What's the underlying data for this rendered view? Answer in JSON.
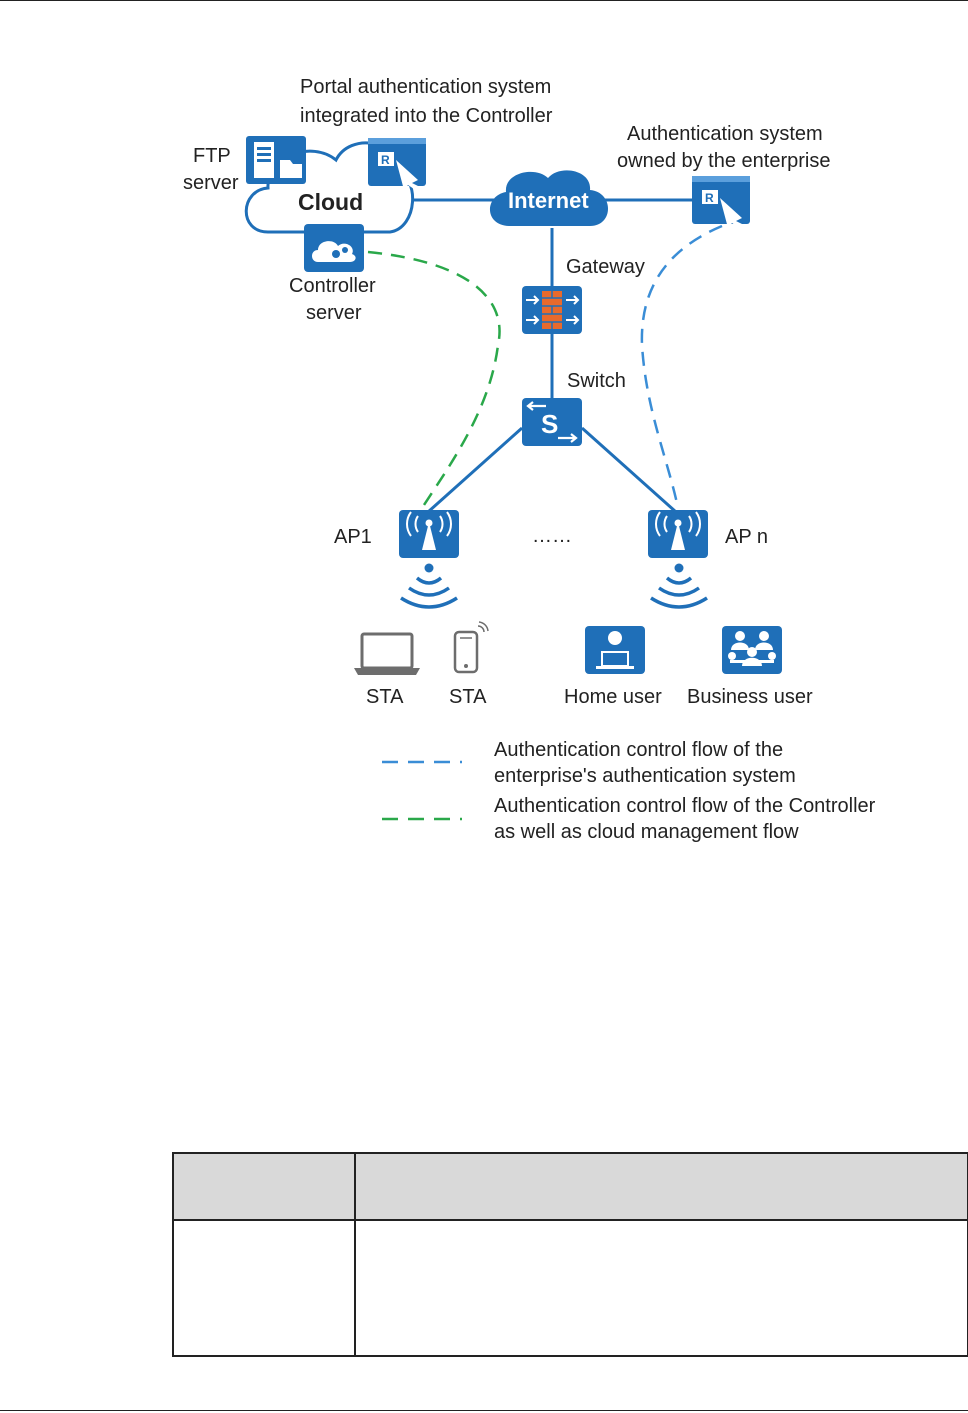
{
  "diagram": {
    "labels": {
      "portal_system_line1": "Portal authentication system",
      "portal_system_line2": "integrated into the Controller",
      "ftp_server_line1": "FTP",
      "ftp_server_line2": "server",
      "cloud": "Cloud",
      "internet": "Internet",
      "enterprise_auth_line1": "Authentication system",
      "enterprise_auth_line2": "owned by the enterprise",
      "controller_server_line1": "Controller",
      "controller_server_line2": "server",
      "gateway": "Gateway",
      "switch": "Switch",
      "ap1": "AP1",
      "ap_dots": "……",
      "apn": "AP n",
      "sta_laptop": "STA",
      "sta_phone": "STA",
      "home_user": "Home user",
      "business_user": "Business user"
    },
    "legend": [
      {
        "color": "#3a8dd6",
        "line1": "Authentication control flow of the",
        "line2": "enterprise's authentication system"
      },
      {
        "color": "#2aa84a",
        "line1": "Authentication control flow of the Controller",
        "line2": "as well as cloud management flow"
      }
    ],
    "colors": {
      "device_blue": "#1f6fb8",
      "link_blue": "#1f6fb8",
      "firewall_orange": "#e86a2c"
    },
    "icons": [
      "ftp-server-icon",
      "portal-auth-icon",
      "cloud-icon",
      "internet-cloud-icon",
      "enterprise-auth-icon",
      "controller-server-icon",
      "gateway-firewall-icon",
      "switch-icon",
      "ap-icon",
      "wifi-signal-icon",
      "laptop-icon",
      "smartphone-icon",
      "home-user-icon",
      "business-user-icon"
    ]
  },
  "table": {
    "header": [
      "",
      ""
    ],
    "rows": [
      [
        "",
        ""
      ]
    ]
  }
}
